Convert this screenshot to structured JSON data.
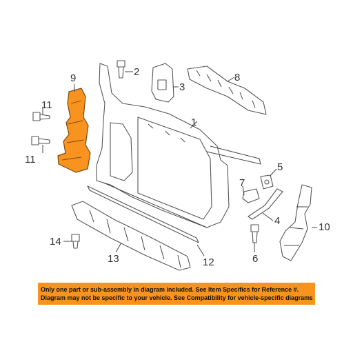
{
  "callouts": {
    "c1": "1",
    "c2": "2",
    "c3": "3",
    "c4": "4",
    "c5": "5",
    "c6": "6",
    "c7": "7",
    "c8": "8",
    "c9": "9",
    "c10": "10",
    "c11a": "11",
    "c11b": "11",
    "c12": "12",
    "c13": "13",
    "c14": "14"
  },
  "colors": {
    "highlight": "#f7931e",
    "banner": "#f7931e",
    "line": "#444444"
  },
  "notice": {
    "line1": "Only one part or sub-assembly in diagram included. See Item Specifics for Reference #.",
    "line2": "Diagram may not be specific to your vehicle. See Compatibility for vehicle-specific diagrams."
  }
}
